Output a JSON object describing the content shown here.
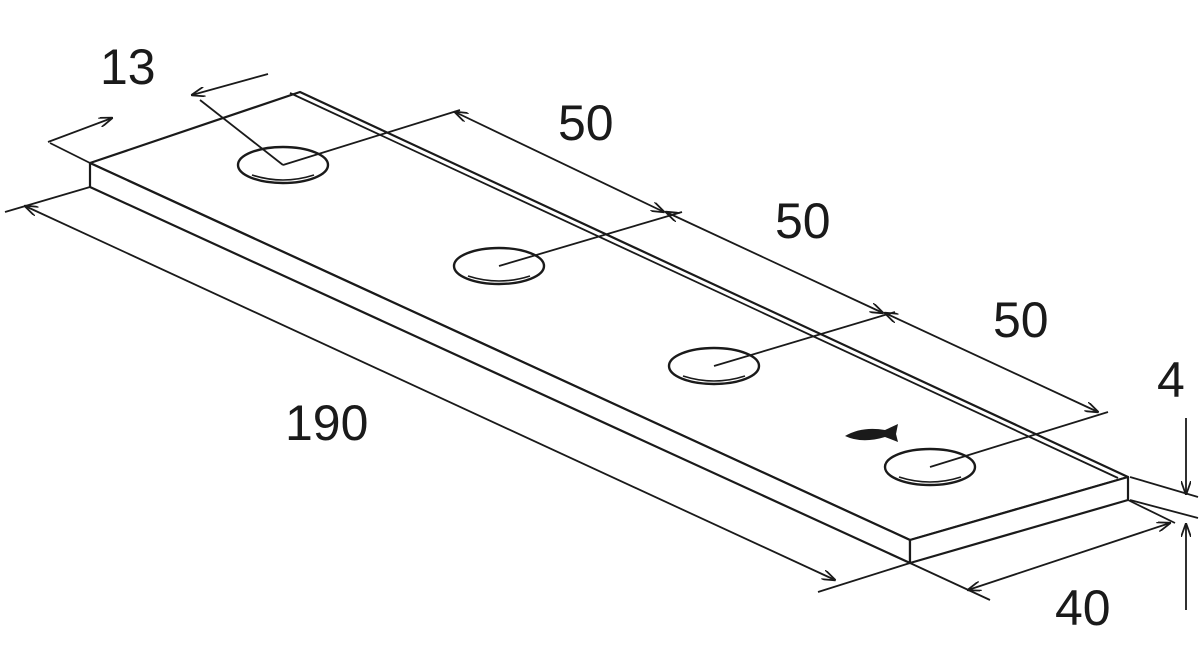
{
  "dimensions": {
    "edge_offset": "13",
    "spacing_1": "50",
    "spacing_2": "50",
    "spacing_3": "50",
    "length": "190",
    "thickness": "4",
    "width": "40"
  },
  "colors": {
    "line": "#1a1a1a",
    "background": "#ffffff"
  },
  "icons": {
    "mark": "small-fish-stamp-icon"
  }
}
